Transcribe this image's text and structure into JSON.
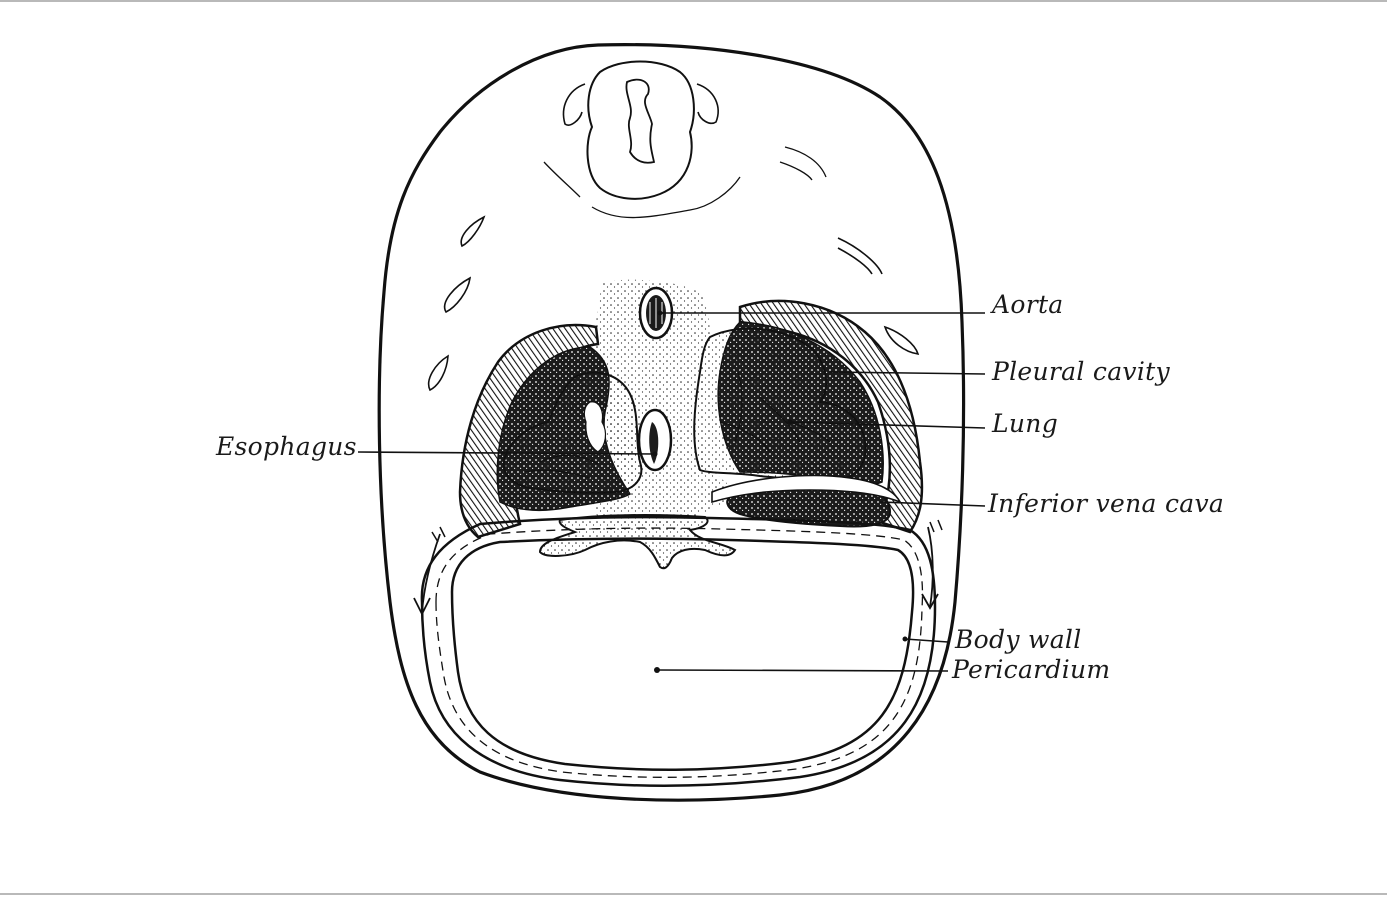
{
  "figure": {
    "labels": {
      "aorta": "Aorta",
      "pleural_cavity": "Pleural cavity",
      "lung": "Lung",
      "esophagus": "Esophagus",
      "inferior_vena_cava": "Inferior vena cava",
      "body_wall": "Body wall",
      "pericardium": "Pericardium"
    }
  },
  "colors": {
    "ink": "#111111",
    "paper": "#ffffff",
    "frame_border": "#b9b9b9"
  }
}
